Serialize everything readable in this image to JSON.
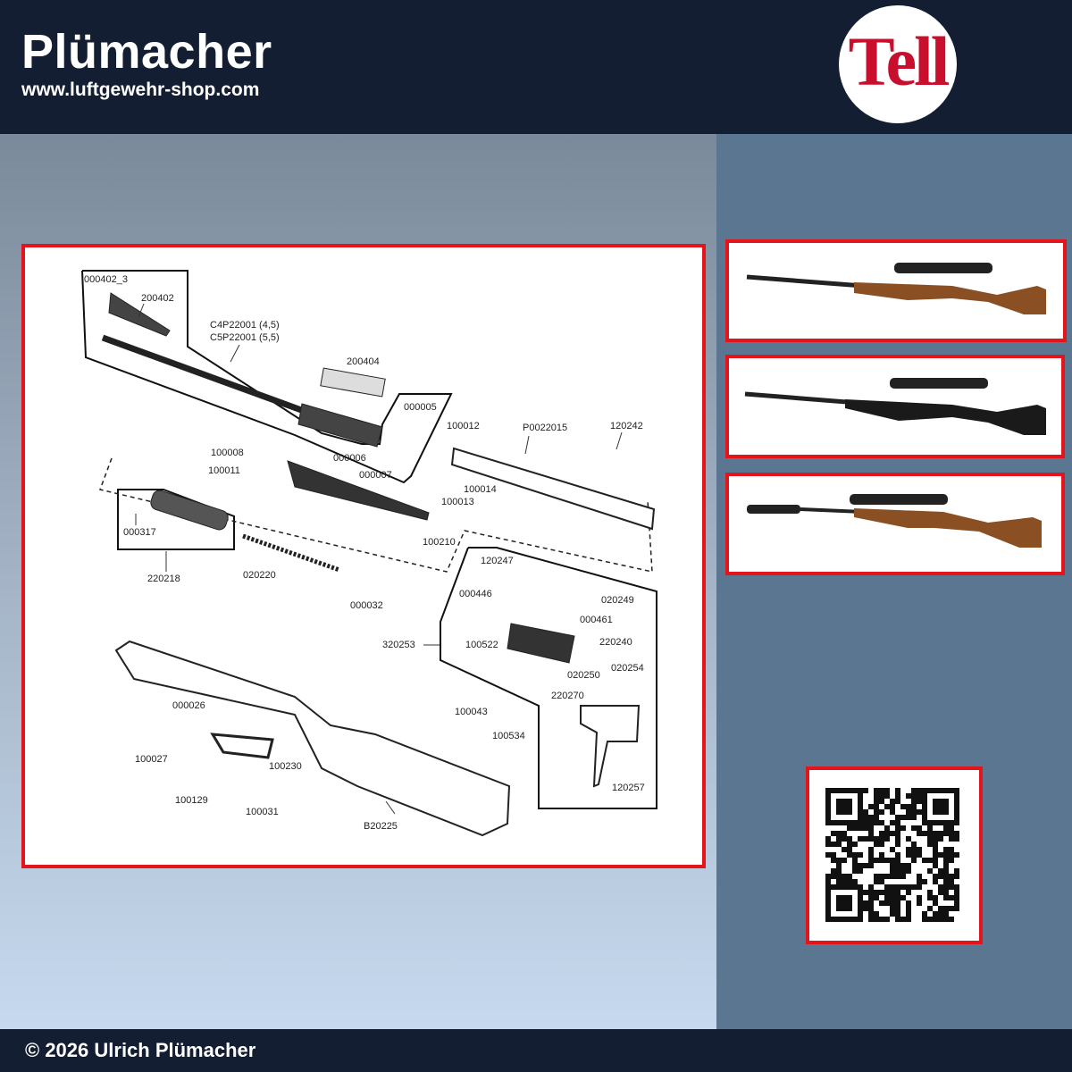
{
  "header": {
    "brand": "Plümacher",
    "url": "www.luftgewehr-shop.com",
    "logo_text": "Tell"
  },
  "footer": {
    "copyright": "© 2026 Ulrich Plümacher"
  },
  "colors": {
    "header_bg": "#141e33",
    "frame_red": "#e3141b",
    "logo_red": "#c8102e",
    "stock_wood": "#8a4f22",
    "right_bg": "#5b7690"
  },
  "diagram": {
    "labels": [
      "000402_3",
      "200402",
      "C4P22001 (4,5)",
      "C5P22001 (5,5)",
      "200404",
      "000005",
      "100012",
      "P0022015",
      "120242",
      "100008",
      "000006",
      "100011",
      "000007",
      "100014",
      "100013",
      "000317",
      "100210",
      "220218",
      "020220",
      "120247",
      "000446",
      "020249",
      "000032",
      "000461",
      "320253",
      "100522",
      "220240",
      "020254",
      "020250",
      "220270",
      "000026",
      "100043",
      "100534",
      "100027",
      "100230",
      "120257",
      "100129",
      "100031",
      "B20225"
    ]
  },
  "products": [
    {
      "name": "rifle-wood-stock-scope",
      "stock": "wood"
    },
    {
      "name": "rifle-black-stock-scope",
      "stock": "black"
    },
    {
      "name": "rifle-wood-stock-silencer-scope",
      "stock": "wood"
    }
  ],
  "qr": {
    "icon": "qr-code"
  }
}
